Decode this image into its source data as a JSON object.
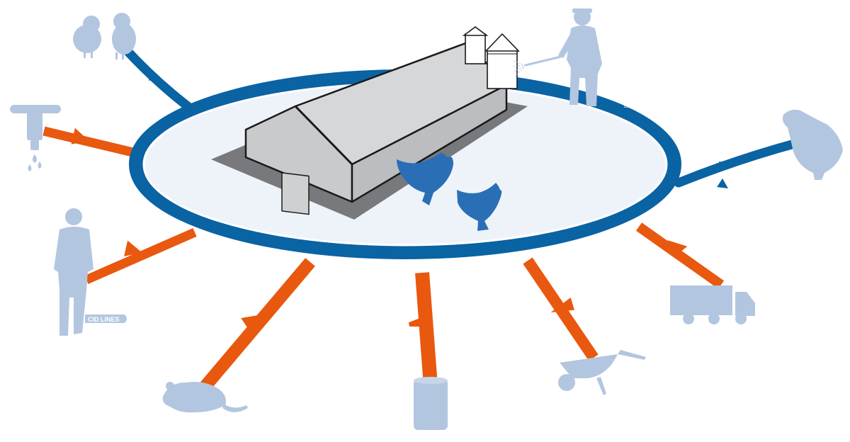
{
  "diagram": {
    "colors": {
      "loop": "#0a63a3",
      "inflow": "#e8580f",
      "silhouette": "#b3c6e0",
      "hen": "#2a6fb6",
      "ground": "#eef3fa",
      "barn_roof": "#d6d7d9",
      "barn_side": "#bcbdc0",
      "shadow": "#77797c"
    },
    "center": {
      "label": "poultry-house",
      "icons": [
        "barn-icon",
        "silo-icon",
        "hen-icon"
      ]
    },
    "outflows": [
      {
        "id": "chicks",
        "icon": "chicks-icon",
        "label": ""
      },
      {
        "id": "farmer-spraying",
        "icon": "farmer-spraying-icon",
        "label": ""
      },
      {
        "id": "hen",
        "icon": "hen-icon",
        "label": ""
      }
    ],
    "inflows": [
      {
        "id": "water",
        "icon": "water-tap-icon",
        "label": ""
      },
      {
        "id": "worker",
        "icon": "worker-icon",
        "label": ""
      },
      {
        "id": "rat",
        "icon": "rat-icon",
        "label": ""
      },
      {
        "id": "feed",
        "icon": "feed-container-icon",
        "label": ""
      },
      {
        "id": "wheelbarrow",
        "icon": "wheelbarrow-icon",
        "label": ""
      },
      {
        "id": "truck",
        "icon": "truck-icon",
        "label": ""
      }
    ],
    "brand": {
      "badge_text": "CID LINES"
    }
  }
}
